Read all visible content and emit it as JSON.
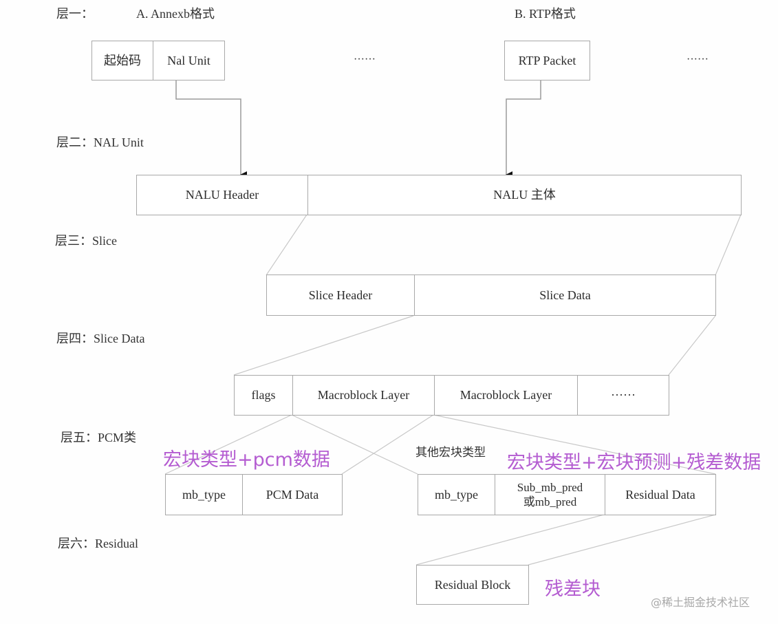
{
  "layers": [
    {
      "id": "l1",
      "label": "层一："
    },
    {
      "id": "l2",
      "label": "层二：NAL Unit"
    },
    {
      "id": "l3",
      "label": "层三：Slice"
    },
    {
      "id": "l4",
      "label": "层四：Slice Data"
    },
    {
      "id": "l5",
      "label": "层五：PCM类"
    },
    {
      "id": "l6",
      "label": "层六：Residual"
    }
  ],
  "layer1": {
    "annexb_title": "A. Annexb格式",
    "rtp_title": "B. RTP格式",
    "annexb_cells": [
      "起始码",
      "Nal Unit"
    ],
    "rtp_cells": [
      "RTP Packet"
    ],
    "ellipsis_1": "······",
    "ellipsis_2": "······"
  },
  "layer2": {
    "cells": [
      "NALU Header",
      "NALU 主体"
    ]
  },
  "layer3": {
    "cells": [
      "Slice Header",
      "Slice Data"
    ]
  },
  "layer4": {
    "cells": [
      "flags",
      "Macroblock Layer",
      "Macroblock Layer",
      "······"
    ]
  },
  "layer5": {
    "pcm_annotation": "宏块类型+pcm数据",
    "pcm_cells": [
      "mb_type",
      "PCM Data"
    ],
    "other_title": "其他宏块类型",
    "other_annotation": "宏块类型+宏块预测+残差数据",
    "other_cells": [
      "mb_type",
      "Sub_mb_pred\n或mb_pred",
      "Residual Data"
    ]
  },
  "layer6": {
    "cells": [
      "Residual Block"
    ],
    "annotation": "残差块"
  },
  "watermark": "@稀土掘金技术社区",
  "colors": {
    "annotation": "#b45cd1",
    "border": "#a8a8a8",
    "text": "#2c2c2c"
  }
}
